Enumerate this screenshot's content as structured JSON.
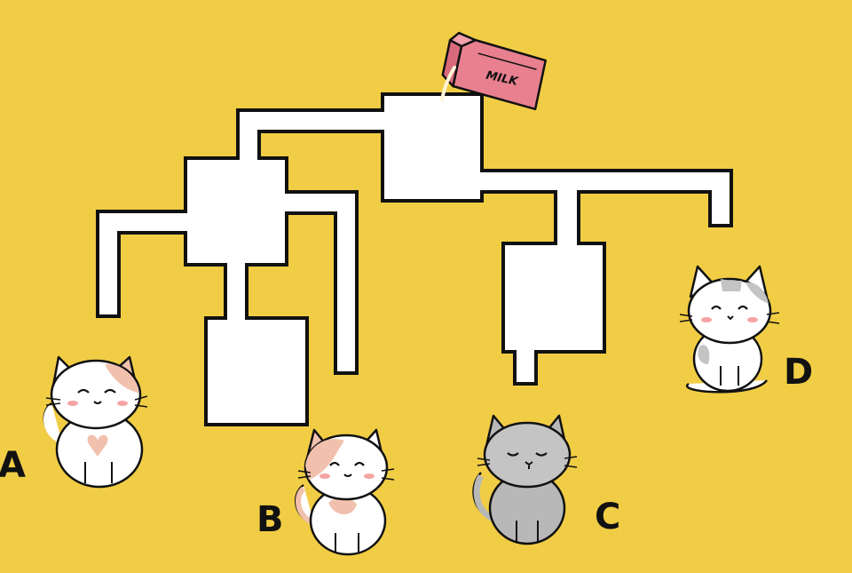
{
  "puzzle": {
    "carton_text": "MILK",
    "options": [
      {
        "id": "a",
        "label": "A"
      },
      {
        "id": "b",
        "label": "B"
      },
      {
        "id": "c",
        "label": "C"
      },
      {
        "id": "d",
        "label": "D"
      }
    ]
  },
  "colors": {
    "background": "#f1cd45",
    "pipe_fill": "#ffffff",
    "pipe_outline": "#111111",
    "carton": "#e8808f",
    "milk_stream": "#fff6d8"
  }
}
